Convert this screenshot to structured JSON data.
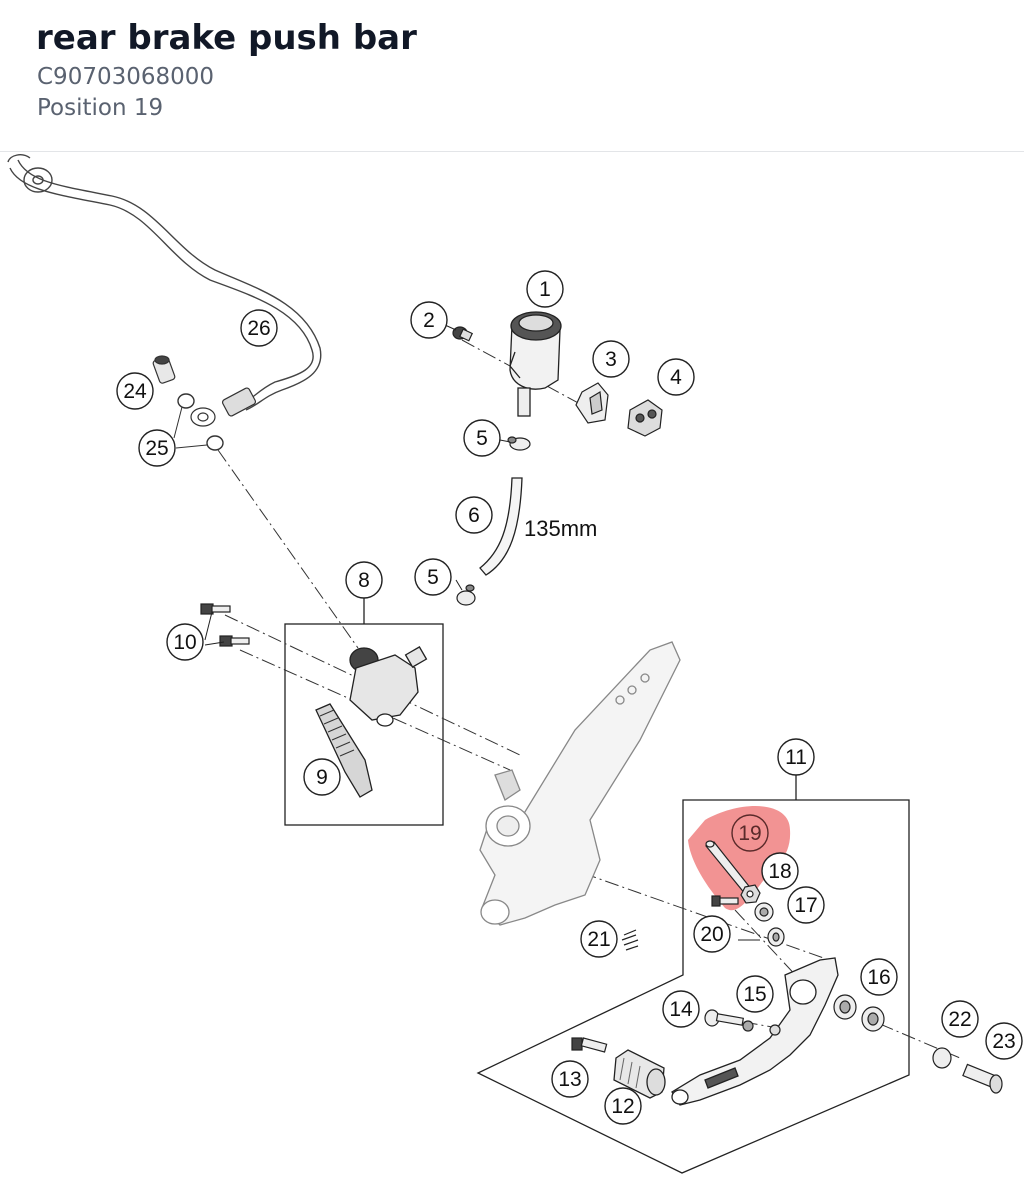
{
  "header": {
    "title": "rear brake push bar",
    "part_number": "C90703068000",
    "position": "Position 19"
  },
  "diagram": {
    "highlight_color": "#f08080",
    "measure_label": "135mm",
    "callouts": [
      "1",
      "2",
      "3",
      "4",
      "5",
      "6",
      "5",
      "8",
      "9",
      "10",
      "11",
      "12",
      "13",
      "14",
      "15",
      "16",
      "17",
      "18",
      "19",
      "20",
      "21",
      "22",
      "23",
      "24",
      "25",
      "26"
    ]
  }
}
